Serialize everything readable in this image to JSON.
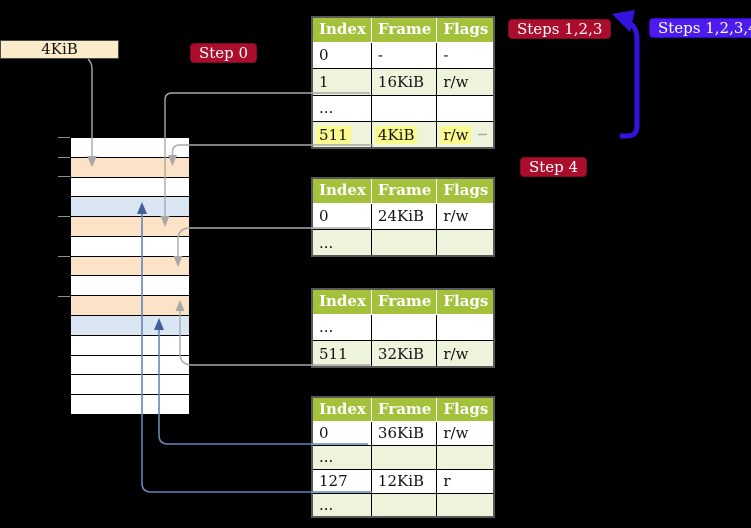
{
  "colors": {
    "canvas_bg": "#000000",
    "crimson": "#ab0d2d",
    "blue_label": "#4d1beb",
    "arrow_blue": "#3414dd",
    "connector_gray": "#a8a8a8",
    "connector_blue": "#6584b8",
    "header_green": "#a3c13a",
    "row_green": "#eef3dc",
    "highlight_yellow": "#fbfa8f",
    "frame_peach": "#fce3c7",
    "frame_blue": "#dbe6f4",
    "cream": "#faecc9"
  },
  "labels": {
    "page_size": "4KiB",
    "step0": "Step 0",
    "steps123": "Steps 1,2,3",
    "steps1234": "Steps 1,2,3,4",
    "step4": "Step 4"
  },
  "table_headers": [
    "Index",
    "Frame",
    "Flags"
  ],
  "tables": [
    {
      "name": "level-4-page-table",
      "rows": [
        {
          "index": "0",
          "frame": "-",
          "flags": "-"
        },
        {
          "index": "1",
          "frame": "16KiB",
          "flags": "r/w"
        },
        {
          "index": "...",
          "frame": "",
          "flags": ""
        },
        {
          "index": "511",
          "frame": "4KiB",
          "flags": "r/w",
          "highlight": true
        }
      ]
    },
    {
      "name": "level-3-page-table",
      "rows": [
        {
          "index": "0",
          "frame": "24KiB",
          "flags": "r/w"
        },
        {
          "index": "...",
          "frame": "",
          "flags": ""
        }
      ]
    },
    {
      "name": "level-2-page-table",
      "rows": [
        {
          "index": "...",
          "frame": "",
          "flags": ""
        },
        {
          "index": "511",
          "frame": "32KiB",
          "flags": "r/w"
        }
      ]
    },
    {
      "name": "level-1-page-table",
      "rows": [
        {
          "index": "0",
          "frame": "36KiB",
          "flags": "r/w"
        },
        {
          "index": "...",
          "frame": "",
          "flags": ""
        },
        {
          "index": "127",
          "frame": "12KiB",
          "flags": "r"
        },
        {
          "index": "...",
          "frame": "",
          "flags": ""
        }
      ]
    }
  ],
  "memory": {
    "rows": [
      {
        "kind": "free"
      },
      {
        "kind": "table"
      },
      {
        "kind": "free"
      },
      {
        "kind": "page"
      },
      {
        "kind": "table"
      },
      {
        "kind": "free"
      },
      {
        "kind": "table"
      },
      {
        "kind": "free"
      },
      {
        "kind": "table"
      },
      {
        "kind": "page"
      },
      {
        "kind": "free"
      },
      {
        "kind": "free"
      },
      {
        "kind": "free"
      },
      {
        "kind": "free"
      }
    ]
  }
}
